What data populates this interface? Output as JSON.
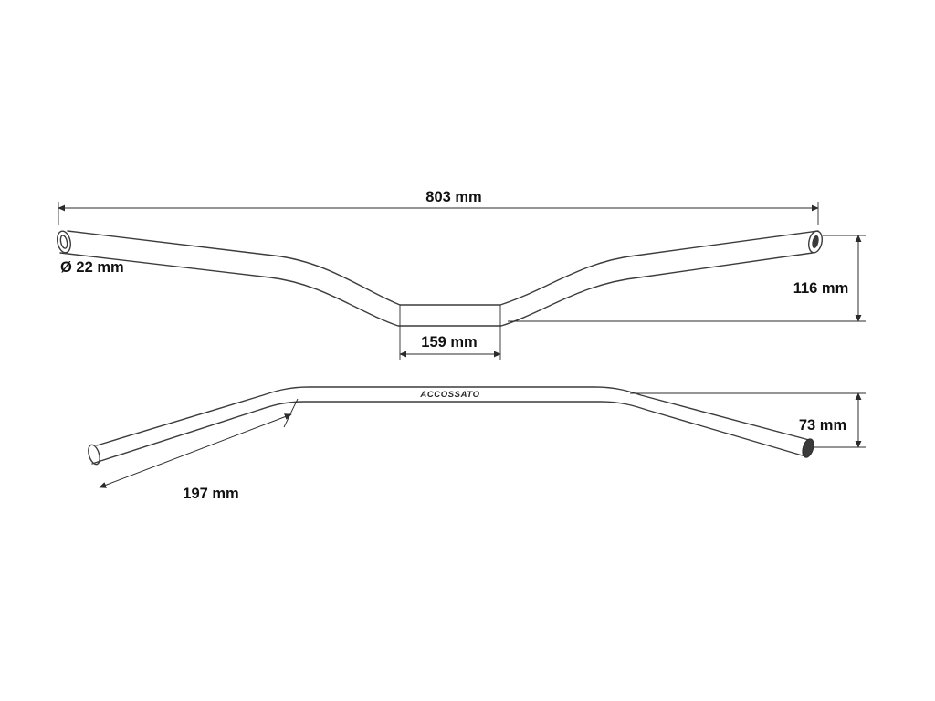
{
  "drawing": {
    "brand_label": "ACCOSSATO",
    "dims": {
      "overall_width": "803 mm",
      "tube_diameter": "Ø 22 mm",
      "rise": "116 mm",
      "clamp_width": "159 mm",
      "pullback": "73 mm",
      "grip_length": "197 mm"
    },
    "colors": {
      "line": "#3c3c3c",
      "dimension": "#2b2b2b",
      "text": "#111111",
      "end_cap_fill": "#3a3a3a",
      "background": "#ffffff"
    }
  }
}
